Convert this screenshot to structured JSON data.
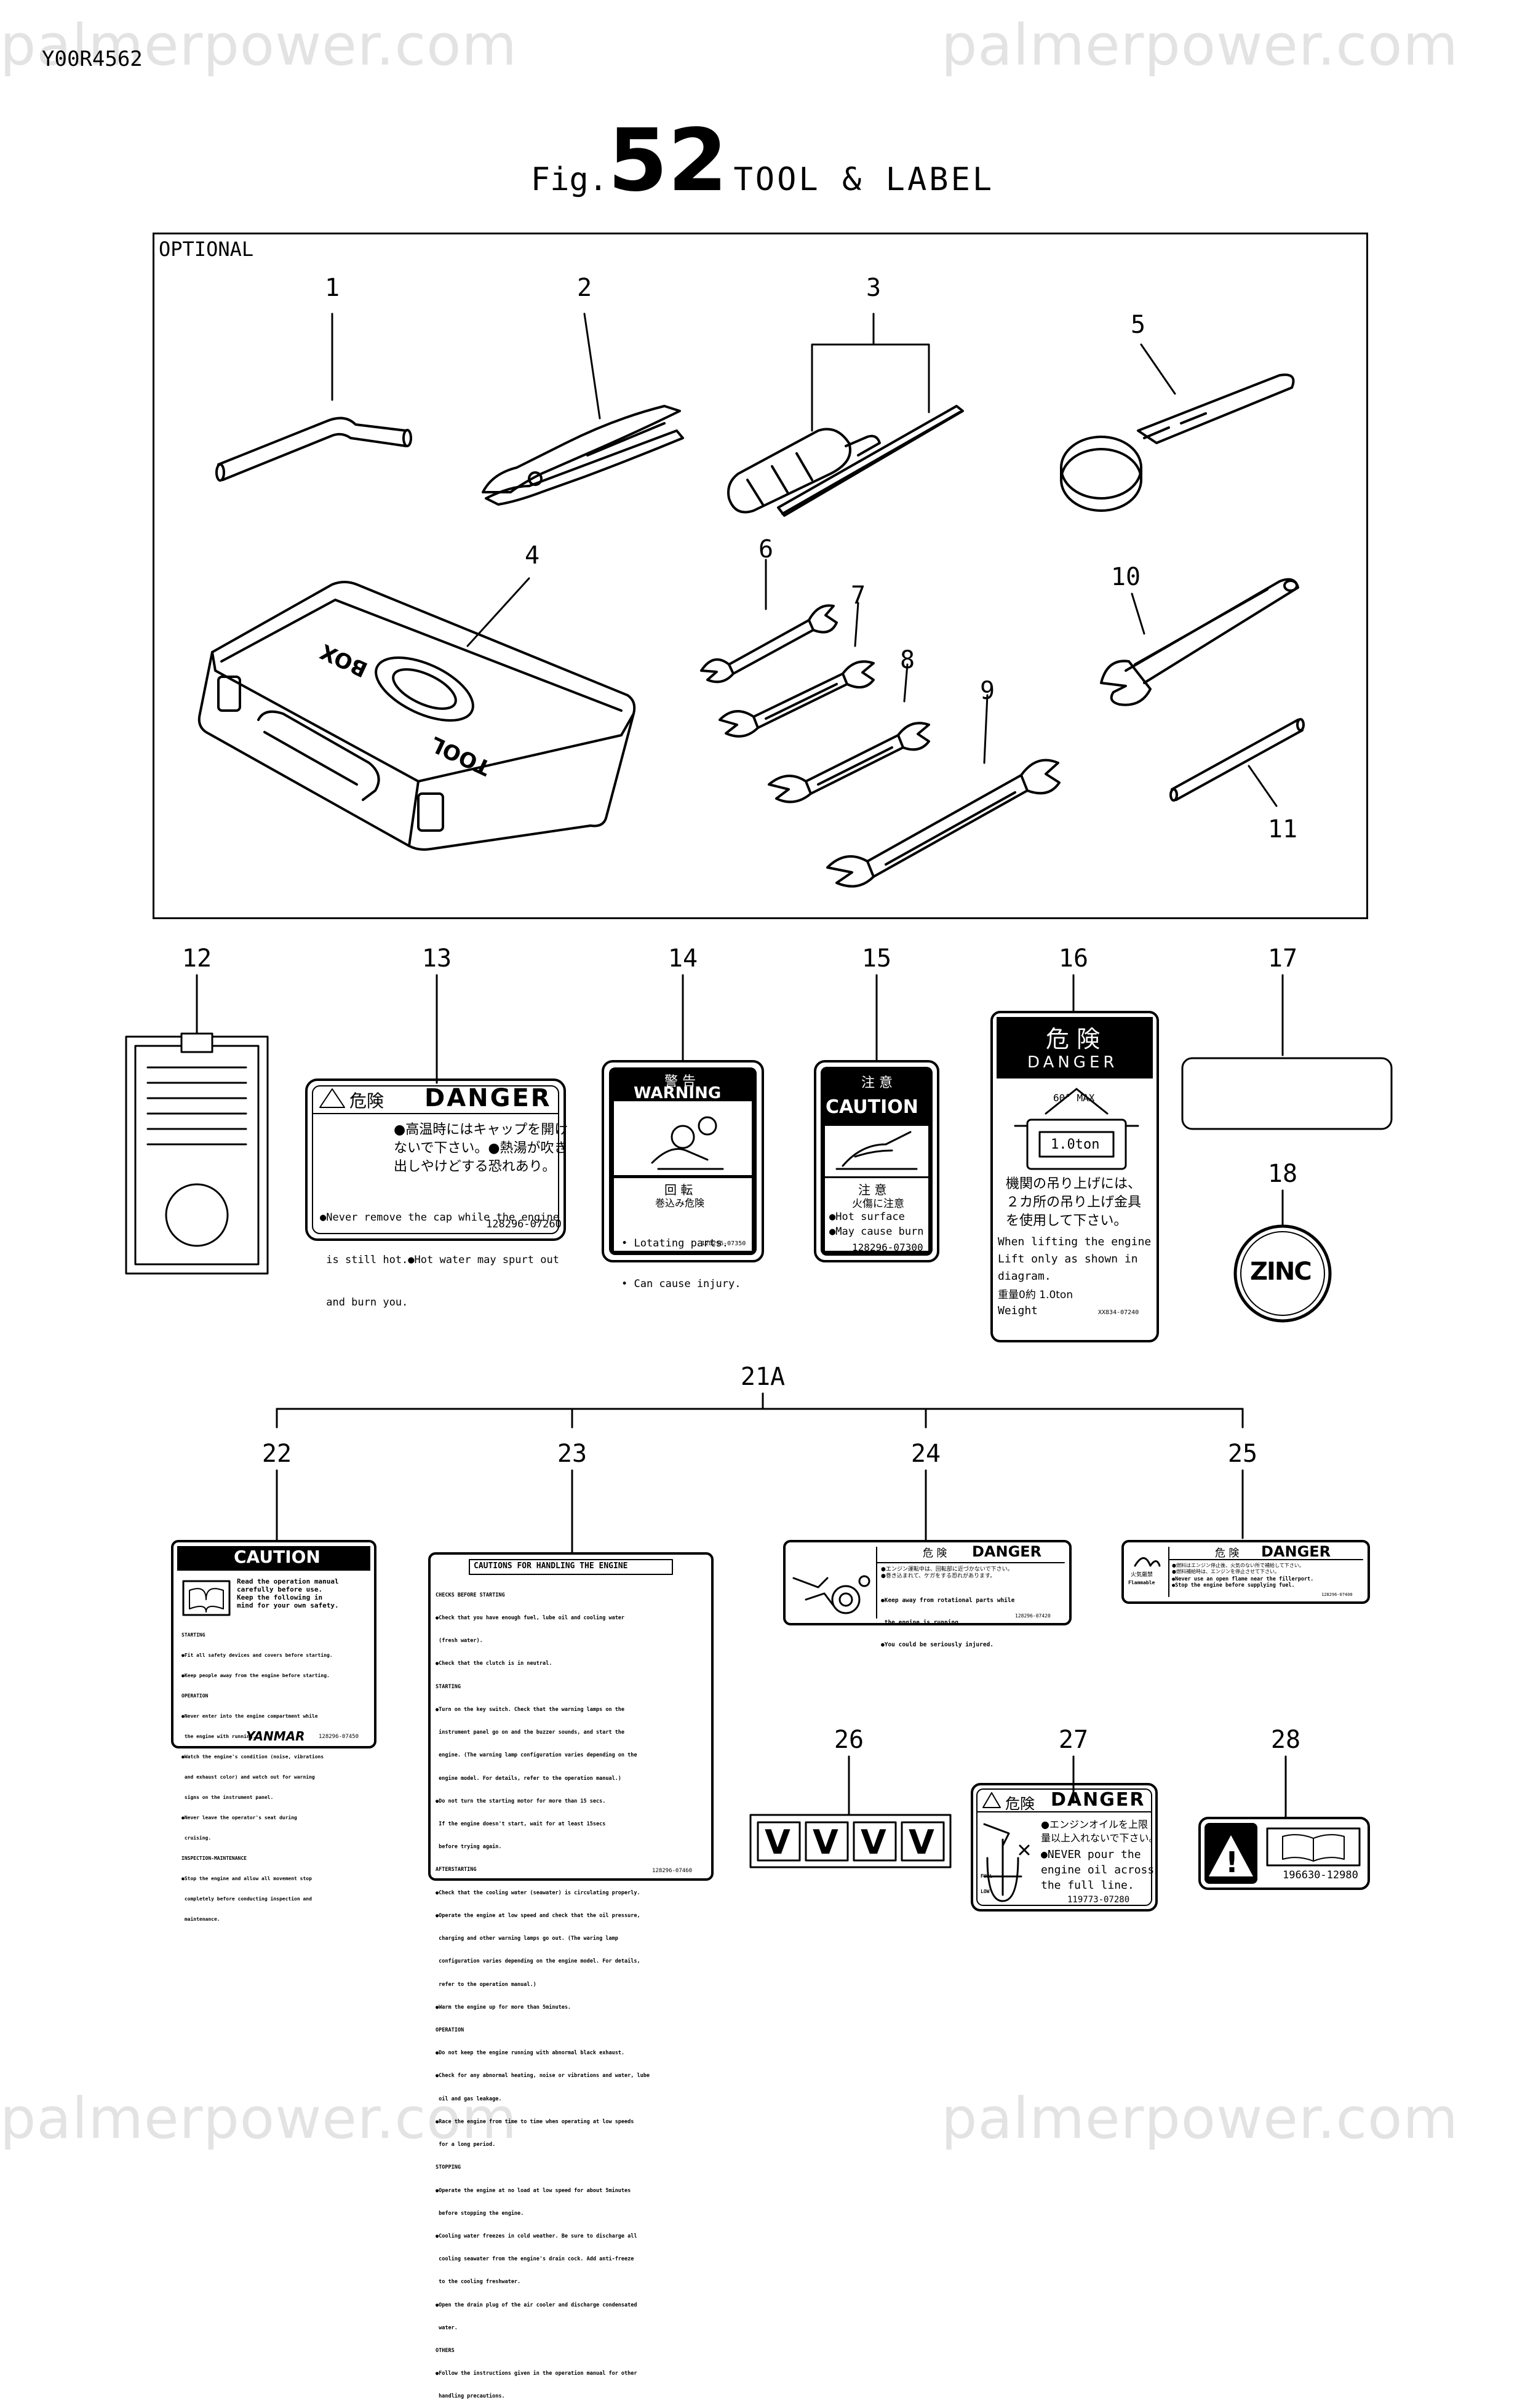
{
  "watermark": "palmerpower.com",
  "doc_code": "Y00R4562",
  "title": {
    "prefix": "Fig.",
    "number": "52",
    "name": "TOOL & LABEL"
  },
  "optional_label": "OPTIONAL",
  "part_numbers": [
    "1",
    "2",
    "3",
    "4",
    "5",
    "6",
    "7",
    "8",
    "9",
    "10",
    "11",
    "12",
    "13",
    "14",
    "15",
    "16",
    "17",
    "18",
    "21A",
    "22",
    "23",
    "24",
    "25",
    "26",
    "27",
    "28"
  ],
  "labels": {
    "l13": {
      "head_jp": "危険",
      "head_en": "DANGER",
      "jp": [
        "●高温時にはキャップを開け",
        "ないで下さい。●熱湯が吹き",
        "出しやけどする恐れあり。"
      ],
      "en": [
        "●Never remove the cap while the engine",
        " is still hot.●Hot water may spurt out",
        " and burn you."
      ],
      "code": "128296-07260"
    },
    "l14": {
      "head_jp": "警 告",
      "head_en": "WARNING",
      "sub_jp": "回 転",
      "sub2_jp": "巻込み危険",
      "en": [
        "• Lotating parts.",
        "• Can cause injury."
      ],
      "code": "128296-07350"
    },
    "l15": {
      "head_jp": "注 意",
      "head_en": "CAUTION",
      "sub_jp": "注 意",
      "sub2_jp": "火傷に注意",
      "en": [
        "●Hot surface",
        "●May cause burn"
      ],
      "code": "128296-07300"
    },
    "l16": {
      "head_jp": "危 険",
      "head_en": "DANGER",
      "angle": "60° MAX",
      "weight": "1.0ton",
      "jp": [
        "機関の吊り上げには、",
        "２カ所の吊り上げ金具",
        "を使用して下さい。"
      ],
      "en": [
        "When lifting the engine",
        "Lift only as shown in",
        "diagram."
      ],
      "wt_jp": "重量0約 1.0ton",
      "wt_en": "Weight",
      "code": "XX834-07240"
    },
    "l18": {
      "text": "ZINC"
    },
    "l22": {
      "head": "CAUTION",
      "intro": [
        "Read the operation manual",
        "carefully before use.",
        "Keep the following in",
        "mind for your own safety."
      ],
      "body": [
        "STARTING",
        "●Fit all safety devices and covers before starting.",
        "●Keep people away from the engine before starting.",
        "OPERATION",
        "●Never enter into the engine compartment while",
        " the engine with running.",
        "●Watch the engine's condition (noise, vibrations",
        " and exhaust color) and watch out for warning",
        " signs on the instrument panel.",
        "●Never leave the operator's seat during",
        " cruising.",
        "INSPECTION-MAINTENANCE",
        "●Stop the engine and allow all movement stop",
        " completely before conducting inspection and",
        " maintenance."
      ],
      "brand": "YANMAR",
      "code": "128296-07450"
    },
    "l23": {
      "head": "CAUTIONS FOR HANDLING THE ENGINE",
      "body": [
        "CHECKS BEFORE STARTING",
        "●Check that you have enough fuel, lube oil and cooling water",
        " (fresh water).",
        "●Check that the clutch is in neutral.",
        "STARTING",
        "●Turn on the key switch. Check that the warning lamps on the",
        " instrument panel go on and the buzzer sounds, and start the",
        " engine. (The warning lamp configuration varies depending on the",
        " engine model. For details, refer to the operation manual.)",
        "●Do not turn the starting motor for more than 15 secs.",
        " If the engine doesn't start, wait for at least 15secs",
        " before trying again.",
        "AFTERSTARTING",
        "●Check that the cooling water (seawater) is circulating properly.",
        "●Operate the engine at low speed and check that the oil pressure,",
        " charging and other warning lamps go out. (The waring lamp",
        " configuration varies depending on the engine model. For details,",
        " refer to the operation manual.)",
        "●Warm the engine up for more than 5minutes.",
        "OPERATION",
        "●Do not keep the engine running with abnormal black exhaust.",
        "●Check for any abnormal heating, noise or vibrations and water, lube",
        " oil and gas leakage.",
        "●Race the engine from time to time when operating at low speeds",
        " for a long period.",
        "STOPPING",
        "●Operate the engine at no load at low speed for about 5minutes",
        " before stopping the engine.",
        "●Cooling water freezes in cold weather. Be sure to discharge all",
        " cooling seawater from the engine's drain cock. Add anti-freeze",
        " to the cooling freshwater.",
        "●Open the drain plug of the air cooler and discharge condensated",
        " water.",
        "OTHERS",
        "●Follow the instructions given in the operation manual for other",
        " handling precautions."
      ],
      "code": "128296-07460"
    },
    "l24": {
      "head_jp": "危 険",
      "head_en": "DANGER",
      "jp": [
        "●エンジン運転中は、回転部に近づかないで下さい。",
        "●巻き込まれて、ケガをする恐れがあります。"
      ],
      "en": [
        "●Keep away from rotational parts while",
        " the engine is running.",
        "●You could be seriously injured."
      ],
      "code": "128296-07420"
    },
    "l25": {
      "head_jp": "危 険",
      "head_en": "DANGER",
      "icon_jp": "火気厳禁",
      "icon_en": "Flammable",
      "jp": [
        "●燃料はエンジン停止後、火気のない所で補給して下さい。",
        "●燃料補給時は、エンジンを停止させて下さい。"
      ],
      "en": [
        "●Never use an open flame near the fillerport.",
        "●Stop the engine before supplying fuel."
      ],
      "code": "128296-07400"
    },
    "l26": {
      "items": [
        "V",
        "V",
        "V",
        "V"
      ]
    },
    "l27": {
      "head_jp": "危険",
      "head_en": "DANGER",
      "jp": [
        "●エンジンオイルを上限",
        "量以上入れないで下さい。"
      ],
      "en": [
        "●NEVER pour the",
        "engine oil across",
        "the full line."
      ],
      "full": "FULL",
      "low": "LOW",
      "code": "119773-07280"
    },
    "l28": {
      "code": "196630-12980"
    }
  },
  "colors": {
    "ink": "#000000",
    "paper": "#ffffff",
    "watermark": "#e3e3e3"
  }
}
